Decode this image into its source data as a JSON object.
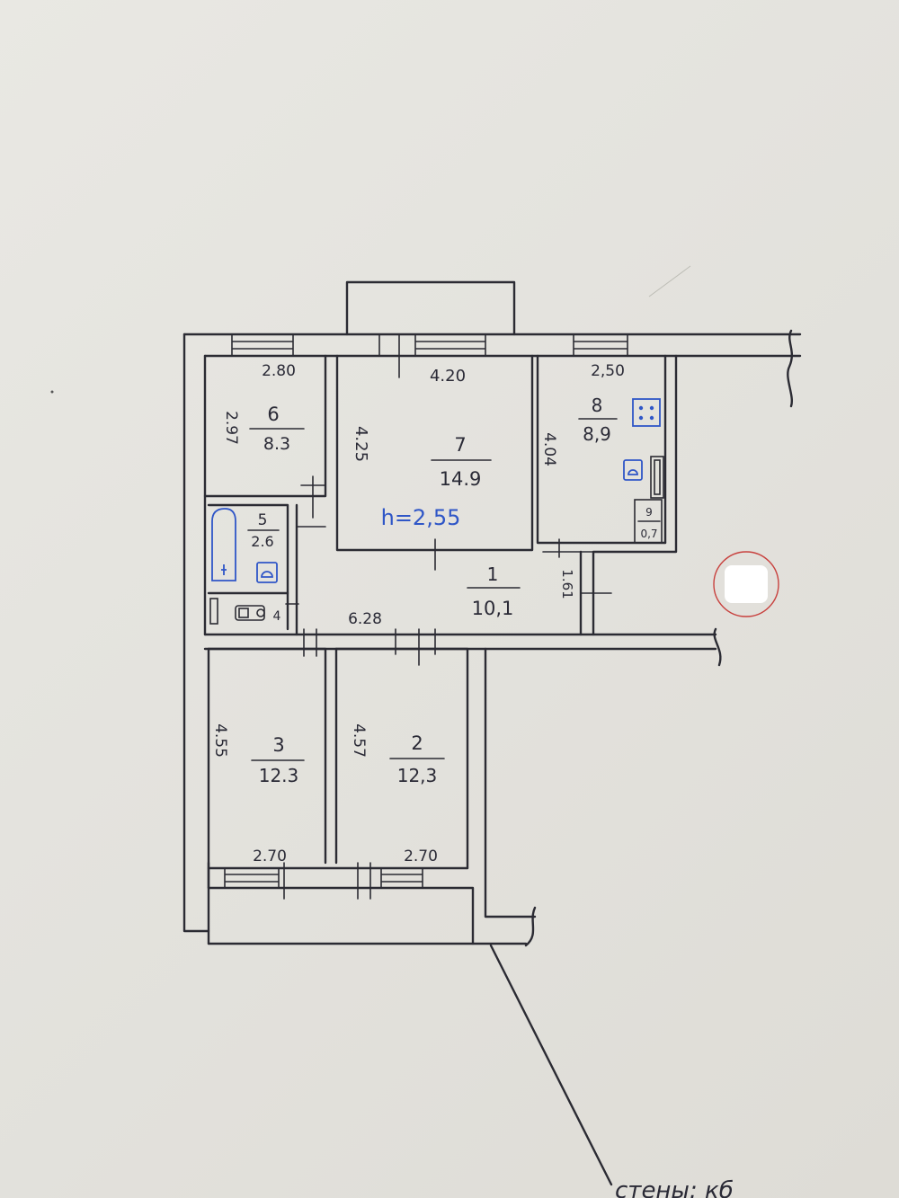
{
  "rooms": [
    {
      "id": "room-6",
      "number": "6",
      "area": "8.3"
    },
    {
      "id": "room-7",
      "number": "7",
      "area": "14.9"
    },
    {
      "id": "room-8",
      "number": "8",
      "area": "8,9"
    },
    {
      "id": "room-5",
      "number": "5",
      "area": "2.6"
    },
    {
      "id": "room-1",
      "number": "1",
      "area": "10,1"
    },
    {
      "id": "room-3",
      "number": "3",
      "area": "12.3"
    },
    {
      "id": "room-2",
      "number": "2",
      "area": "12,3"
    },
    {
      "id": "room-9",
      "number": "9",
      "area": "0,7"
    }
  ],
  "dimensions": {
    "room6_width": "2.80",
    "room6_height": "2.97",
    "room7_width": "4.20",
    "room7_height": "4.25",
    "room8_width": "2,50",
    "room8_height": "4.04",
    "hall_length": "6.28",
    "hall_width": "1.61",
    "room3_height": "4.55",
    "room2_height": "4.57",
    "room3_width": "2.70",
    "room2_width": "2.70",
    "wc_label": "4"
  },
  "ceiling_height": "h=2,55",
  "walls_note": "стены:  кб",
  "colors": {
    "ink": "#2b2b33",
    "blue_ink": "#2f56c7",
    "red_ring": "#c8413e"
  }
}
